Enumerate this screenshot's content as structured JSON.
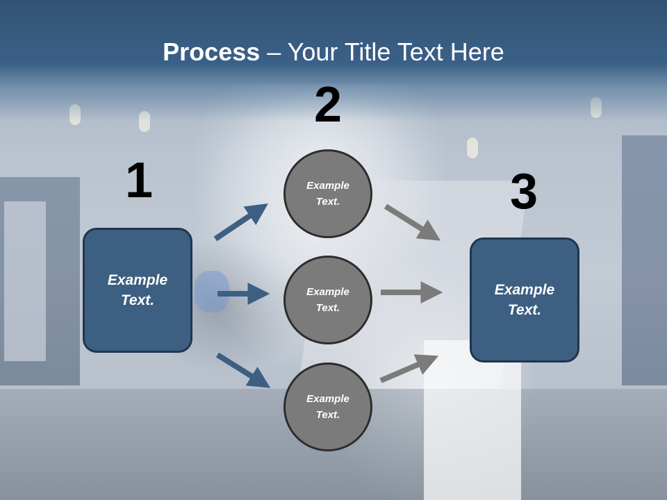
{
  "title": {
    "bold": "Process",
    "rest": " – Your Title Text Here"
  },
  "steps": {
    "one": "1",
    "two": "2",
    "three": "3"
  },
  "boxes": {
    "left": "Example Text.",
    "right": "Example Text."
  },
  "circles": {
    "top": "Example Text.",
    "middle": "Example Text.",
    "bottom": "Example Text."
  },
  "colors": {
    "title_band": "#3b6087",
    "box_fill": "#3d5f81",
    "box_border": "#1f3550",
    "circle_fill": "#7b7b7b",
    "arrow_blue": "#3d5f81",
    "arrow_gray": "#7b7b7b"
  }
}
